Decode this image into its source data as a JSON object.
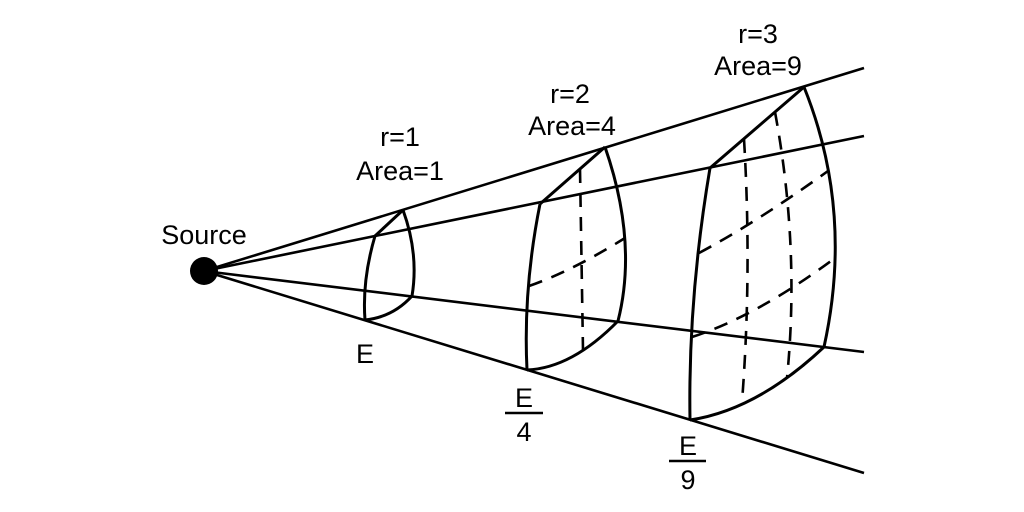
{
  "figure": {
    "background": "#ffffff",
    "line_color": "#000000",
    "description_type": "inverse-square-law-diagram",
    "source": {
      "label": "Source"
    },
    "spheres": [
      {
        "r": 1,
        "radius_label": "r=1",
        "area": 1,
        "area_label": "Area=1",
        "grid_divisions": 1,
        "intensity": {
          "numerator": "E",
          "denominator": null
        }
      },
      {
        "r": 2,
        "radius_label": "r=2",
        "area": 4,
        "area_label": "Area=4",
        "grid_divisions": 2,
        "intensity": {
          "numerator": "E",
          "denominator": "4"
        }
      },
      {
        "r": 3,
        "radius_label": "r=3",
        "area": 9,
        "area_label": "Area=9",
        "grid_divisions": 3,
        "intensity": {
          "numerator": "E",
          "denominator": "9"
        }
      }
    ]
  }
}
